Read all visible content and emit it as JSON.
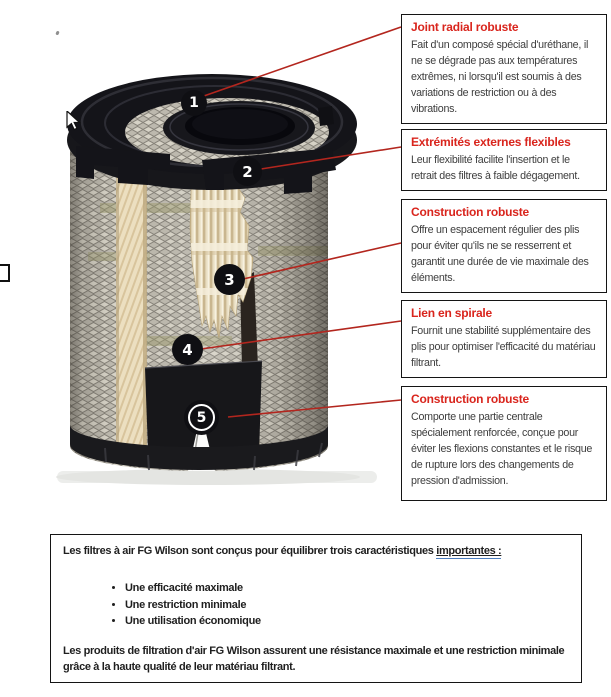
{
  "colors": {
    "callout_title_red": "#d9251d",
    "leader_line_red": "#b3261e",
    "box_border": "#141414",
    "body_text": "#3d3d3d",
    "link_underline_blue": "#4d7ebf"
  },
  "callouts": [
    {
      "number": "1",
      "title": "Joint radial robuste",
      "body": "Fait d'un composé spécial d'uréthane, il ne se dégrade pas aux températures extrêmes, ni lorsqu'il est soumis à des variations de restriction ou à des vibrations."
    },
    {
      "number": "2",
      "title": "Extrémités externes flexibles",
      "body": "Leur flexibilité facilite l'insertion et le retrait des filtres à faible dégagement."
    },
    {
      "number": "3",
      "title": "Construction robuste",
      "body": "Offre un espacement régulier des plis pour éviter qu'ils ne se resserrent et garantit une durée de vie maximale des éléments."
    },
    {
      "number": "4",
      "title": "Lien en spirale",
      "body": "Fournit une stabilité supplémentaire des plis pour optimiser l'efficacité du matériau filtrant."
    },
    {
      "number": "5",
      "title": "Construction robuste",
      "body": "Comporte une partie centrale spécialement renforcée, conçue pour éviter les flexions constantes et le risque de rupture lors des changements de pression d'admission."
    }
  ],
  "summary": {
    "intro_prefix": "Les filtres à air FG Wilson sont conçus pour équilibrer trois caractéristiques ",
    "intro_link": "importantes :",
    "bullets": [
      "Une efficacité maximale",
      "Une restriction minimale",
      "Une utilisation économique"
    ],
    "footer": "Les produits de filtration d'air FG Wilson assurent une résistance maximale et une restriction minimale grâce à la haute qualité de leur matériau filtrant."
  }
}
